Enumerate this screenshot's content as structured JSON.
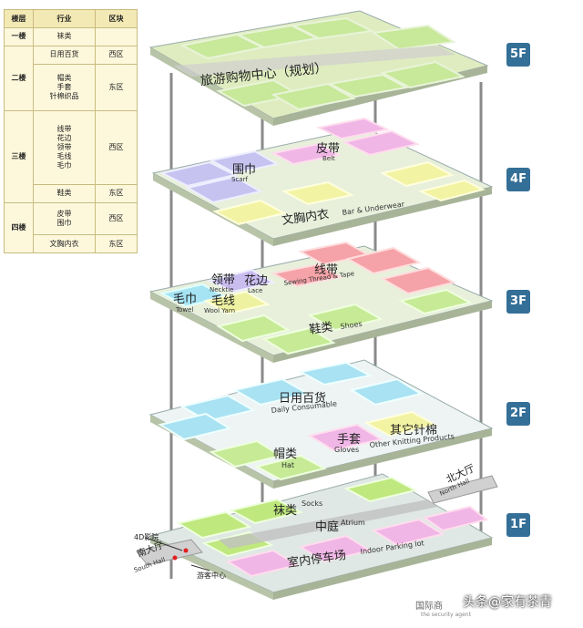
{
  "table": {
    "headers": [
      "楼层",
      "行业",
      "区块"
    ],
    "rows": [
      {
        "floor": "一楼",
        "industry": "袜类",
        "zone": ""
      },
      {
        "floor": "二楼",
        "industry": "日用百货",
        "zone": "西区"
      },
      {
        "floor": "",
        "industry": "帽类\n手套\n针棉织品",
        "zone": "东区"
      },
      {
        "floor": "三楼",
        "industry": "线带\n花边\n领带\n毛线\n毛巾",
        "zone": "西区"
      },
      {
        "floor": "",
        "industry": "鞋类",
        "zone": "东区"
      },
      {
        "floor": "四楼",
        "industry": "皮带\n围巾",
        "zone": "西区"
      },
      {
        "floor": "",
        "industry": "文胸内衣",
        "zone": "东区"
      }
    ]
  },
  "floors": {
    "f5": {
      "badge": "5F",
      "title": "旅游购物中心（规划）"
    },
    "f4": {
      "badge": "4F",
      "belt_cn": "皮带",
      "belt_en": "Belt",
      "scarf_cn": "围巾",
      "scarf_en": "Scarf",
      "underwear_cn": "文胸内衣",
      "underwear_en": "Bar & Underwear"
    },
    "f3": {
      "badge": "3F",
      "towel_cn": "毛巾",
      "towel_en": "Towel",
      "necktie_cn": "领带",
      "necktie_en": "Necktie",
      "lace_cn": "花边",
      "lace_en": "Lace",
      "yarn_cn": "毛线",
      "yarn_en": "Wool Yarn",
      "thread_cn": "线带",
      "thread_en": "Sewing Thread & Tape",
      "shoes_cn": "鞋类",
      "shoes_en": "Shoes"
    },
    "f2": {
      "badge": "2F",
      "daily_cn": "日用百货",
      "daily_en": "Daily Consumable",
      "gloves_cn": "手套",
      "gloves_en": "Gloves",
      "knit_cn": "其它针棉",
      "knit_en": "Other Knitting Products",
      "hat_cn": "帽类",
      "hat_en": "Hat"
    },
    "f1": {
      "badge": "1F",
      "socks_cn": "袜类",
      "socks_en": "Socks",
      "atrium_cn": "中庭",
      "atrium_en": "Atrium",
      "parking_cn": "室内停车场",
      "parking_en": "Indoor Parking lot",
      "north_cn": "北大厅",
      "north_en": "North Hall",
      "south_cn": "南大厅",
      "south_en": "South Hall",
      "cinema": "4D影院",
      "visitor": "游客中心"
    }
  },
  "footer": {
    "text": "国际商",
    "sub": "the  security  agent",
    "watermark": "头条@家有茶青"
  }
}
